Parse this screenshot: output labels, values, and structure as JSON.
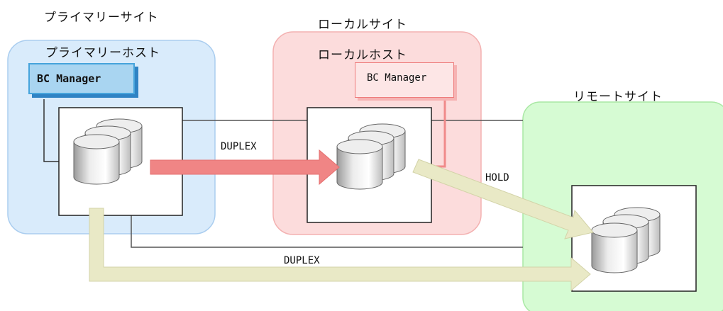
{
  "sites": {
    "primary_site_label": "プライマリーサイト",
    "primary_host_label": "プライマリーホスト",
    "local_site_label": "ローカルサイト",
    "local_host_label": "ローカルホスト",
    "remote_site_label": "リモートサイト"
  },
  "software": {
    "primary_bc_manager": "BC Manager",
    "local_bc_manager": "BC Manager"
  },
  "links": {
    "primary_to_local": "DUPLEX",
    "local_to_remote": "HOLD",
    "primary_to_remote": "DUPLEX"
  },
  "colors": {
    "primary_site_fill": "#d9ebfb",
    "local_site_fill": "#fcdcdc",
    "remote_site_fill": "#d6fbd3",
    "duplex_arrow_local": "#f08585",
    "hold_arrow": "#e9e9c6",
    "duplex_arrow_remote": "#e9e9c6"
  }
}
